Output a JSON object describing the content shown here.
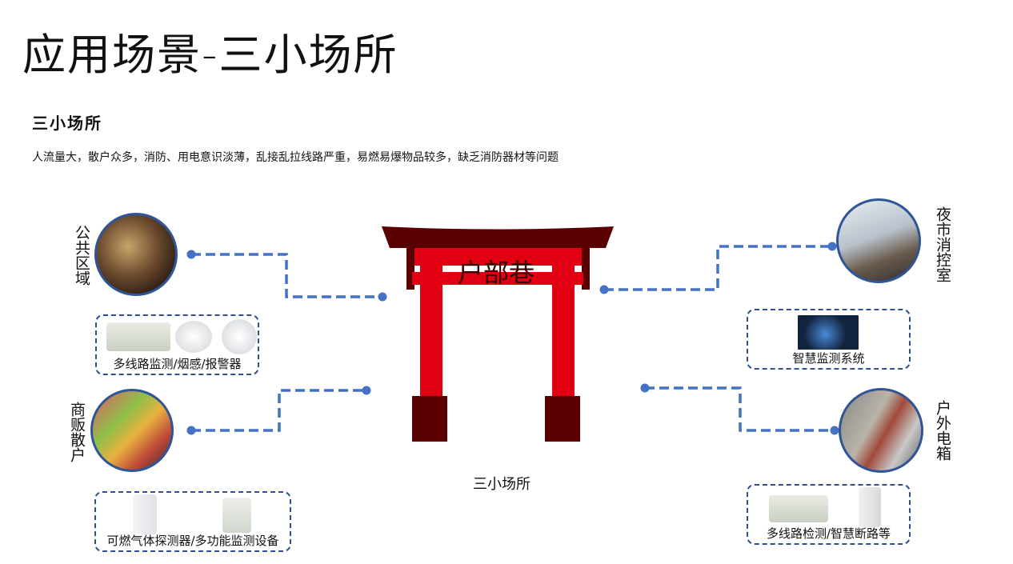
{
  "title": "应用场景-三小场所",
  "subtitle": "三小场所",
  "description": "人流量大，散户众多，消防、用电意识淡薄，乱接乱拉线路严重，易燃易爆物品较多，缺乏消防器材等问题",
  "center": {
    "gate_name": "户部巷",
    "label": "三小场所"
  },
  "scenes": [
    {
      "label": "公共区域",
      "equipment": "多线路监测/烟感/报警器"
    },
    {
      "label": "商贩散户",
      "equipment": "可燃气体探测器/多功能监测设备"
    },
    {
      "label": "夜市消控室",
      "equipment": "智慧监测系统"
    },
    {
      "label": "户外电箱",
      "equipment": "多线路检测/智慧断路等"
    }
  ],
  "colors": {
    "accent": "#4472c4",
    "border": "#2f5597",
    "gate_red": "#e00012",
    "gate_dark": "#5a0000"
  }
}
